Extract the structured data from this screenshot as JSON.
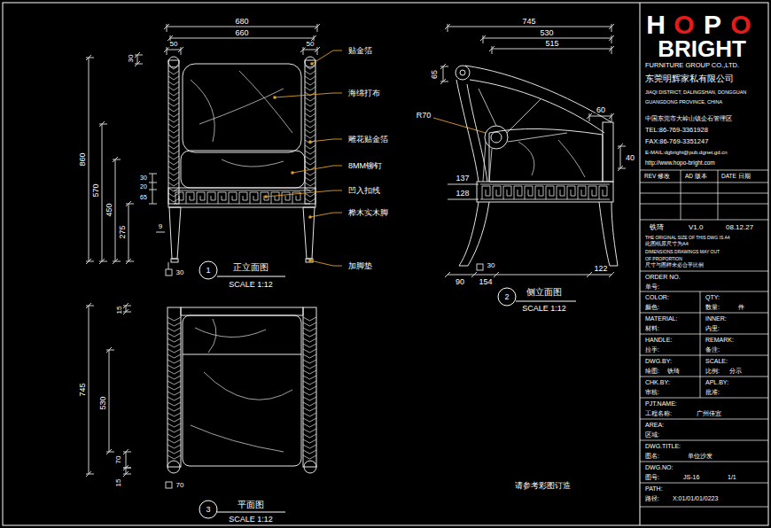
{
  "diagram": {
    "labels": [
      "680",
      "660",
      "50",
      "50",
      "30",
      "860",
      "570",
      "450",
      "275",
      "30",
      "20",
      "65",
      "9",
      "30",
      "贴金箔",
      "海绵打布",
      "雕花贴金箔",
      "8MM铆钉",
      "凹入扣线",
      "桦木实木脚",
      "加脚垫",
      "1",
      "正立面图",
      "SCALE 1:12",
      "745",
      "530",
      "515",
      "65",
      "R70",
      "60",
      "40",
      "137",
      "128",
      "30",
      "90",
      "154",
      "122",
      "2",
      "侧立面图",
      "SCALE 1:12",
      "15",
      "745",
      "530",
      "70",
      "15",
      "70",
      "3",
      "平面图",
      "SCALE 1:12",
      "请参考彩图订造",
      "H",
      "O",
      "P",
      "O",
      "BRIGHT",
      "FURNITURE GROUP CO.,LTD.",
      "东莞明辉家私有限公司",
      "JIAQI DISTRICT, DALINGSHAN, DONGGUAN",
      "GUANGDONG PROVINCE, CHINA",
      "中国东莞市大岭山镇企石管理区",
      "TEL:86-769-3361928",
      "FAX:86-769-3351247",
      "E-MAIL:dgbright@pub.dgnet.gd.cn",
      "http://www.hopo-bright.com",
      "REV 修改",
      "AD 版本",
      "DATE 日期",
      "铁琦",
      "V1.0",
      "08.12.27",
      "THE ORIGINAL SIZE OF THIS DWG IS A4",
      "此图纸原尺寸为A4",
      "DIMENSIONS DRAWINGS MAY OUT",
      "OF PROPORTION",
      "尺寸与图样未必合乎比例",
      "ORDER NO.",
      "单号:",
      "COLOR:",
      "QTY:",
      "颜色:",
      "数量:",
      "件",
      "MATERIAL:",
      "INNER:",
      "材料:",
      "内里:",
      "HANDLE:",
      "REMARK:",
      "拉手:",
      "备注:",
      "DWG.BY:",
      "SCALE:",
      "绘图:",
      "铁琦",
      "比例:",
      "分示",
      "CHK.BY:",
      "APL.BY:",
      "审核:",
      "批准:",
      "PJT.NAME:",
      "工程名称:",
      "广州佳宜",
      "AREA:",
      "区域:",
      "DWG.TITLE:",
      "图名:",
      "单位沙发",
      "DWG.NO:",
      "图号:",
      "JS-16",
      "1/1",
      "PATH:",
      "路径:",
      "X:01/01/01/0223"
    ]
  }
}
